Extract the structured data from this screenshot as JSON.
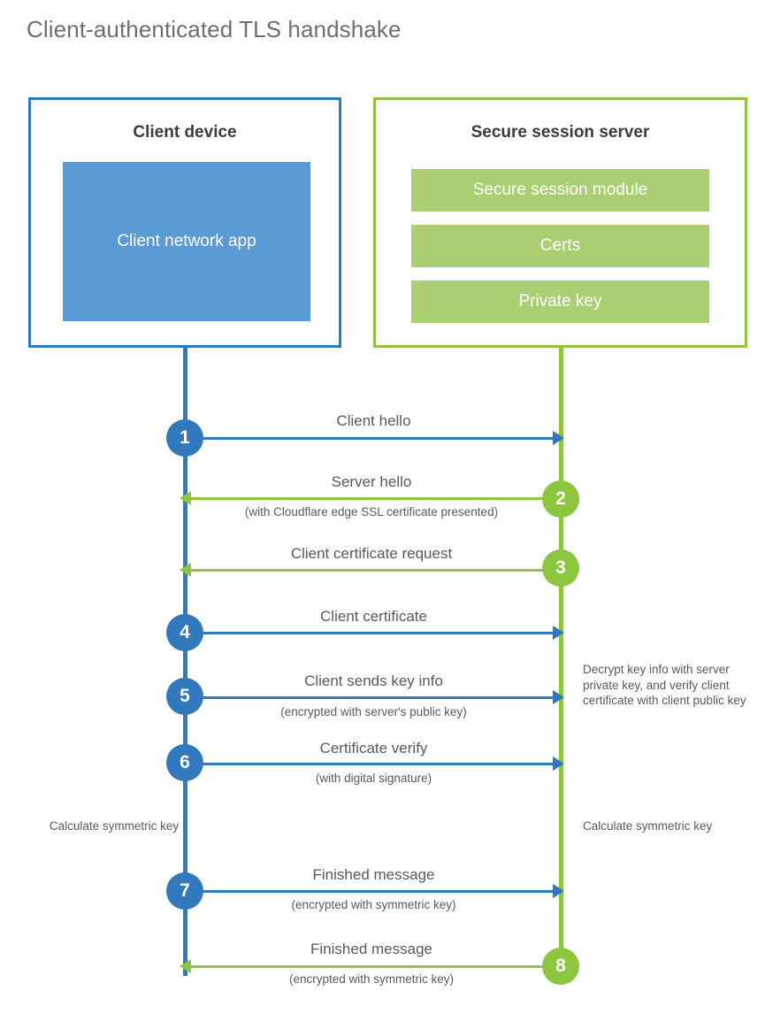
{
  "title": "Client-authenticated TLS handshake",
  "colors": {
    "blue_dark": "#3178bd",
    "blue_light": "#5b9bd5",
    "green_dark": "#8cc63e",
    "green_light": "#aacf72",
    "text_gray": "#58595b",
    "title_gray": "#6d6e71",
    "heading_dark": "#3b3b3b",
    "background": "#ffffff"
  },
  "actors": {
    "client": {
      "title": "Client device",
      "app_label": "Client network app"
    },
    "server": {
      "title": "Secure session server",
      "components": [
        "Secure session module",
        "Certs",
        "Private key"
      ]
    }
  },
  "steps": [
    {
      "number": "1",
      "label": "Client hello",
      "sublabel": "",
      "direction": "client-to-server",
      "color": "blue"
    },
    {
      "number": "2",
      "label": "Server hello",
      "sublabel": "(with Cloudflare edge SSL certificate presented)",
      "direction": "server-to-client",
      "color": "green"
    },
    {
      "number": "3",
      "label": "Client certificate request",
      "sublabel": "",
      "direction": "server-to-client",
      "color": "green"
    },
    {
      "number": "4",
      "label": "Client certificate",
      "sublabel": "",
      "direction": "client-to-server",
      "color": "blue"
    },
    {
      "number": "5",
      "label": "Client sends key info",
      "sublabel": "(encrypted with server's public key)",
      "direction": "client-to-server",
      "color": "blue"
    },
    {
      "number": "6",
      "label": "Certificate verify",
      "sublabel": "(with digital signature)",
      "direction": "client-to-server",
      "color": "blue"
    },
    {
      "number": "7",
      "label": "Finished message",
      "sublabel": "(encrypted with symmetric key)",
      "direction": "client-to-server",
      "color": "blue"
    },
    {
      "number": "8",
      "label": "Finished message",
      "sublabel": "(encrypted with symmetric key)",
      "direction": "server-to-client",
      "color": "green"
    }
  ],
  "annotations": {
    "server_decrypt": "Decrypt key info with server private key, and verify client certificate with client public key",
    "client_calculate": "Calculate symmetric key",
    "server_calculate": "Calculate symmetric key"
  }
}
